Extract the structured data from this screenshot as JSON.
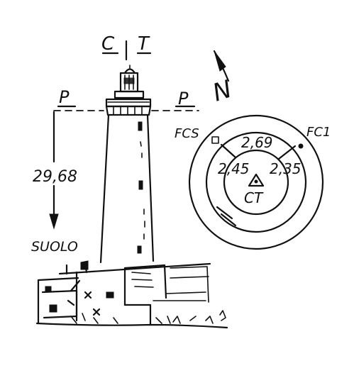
{
  "labels": {
    "ct_left": "C",
    "ct_right": "T",
    "pp_left": "P",
    "pp_right": "P",
    "height_value": "29,68",
    "ground": "SUOLO",
    "north": "N",
    "fcs": "FCS",
    "fc1": "FC1",
    "dist_top": "2,69",
    "dist_left": "2,45",
    "dist_right": "2,35",
    "center": "CT"
  },
  "colors": {
    "ink": "#111111",
    "paper": "#ffffff"
  }
}
